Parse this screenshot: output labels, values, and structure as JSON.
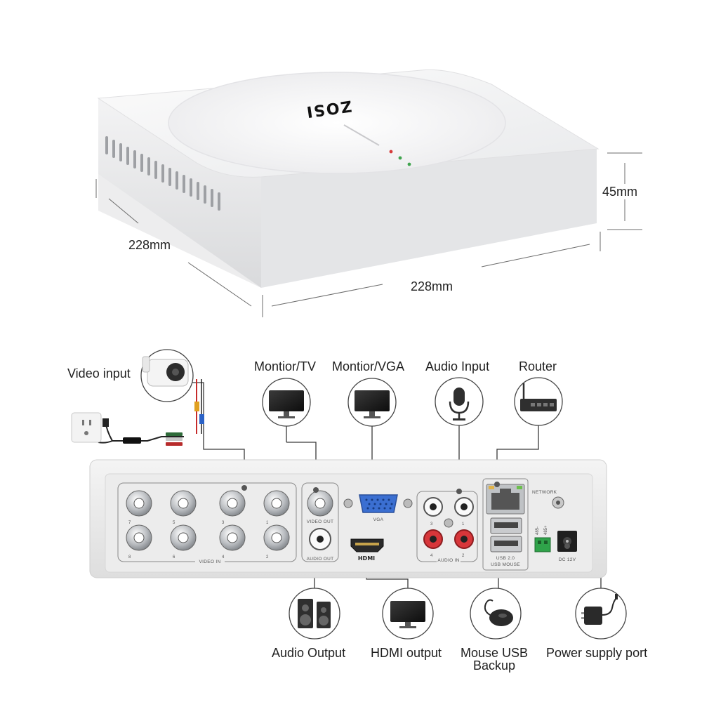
{
  "product": {
    "brand_logo": "ZOSI",
    "dimensions": {
      "depth": "228mm",
      "width": "228mm",
      "height": "45mm"
    }
  },
  "peripherals": {
    "video_input": "Video input",
    "monitor_tv": "Montior/TV",
    "monitor_vga": "Montior/VGA",
    "audio_input": "Audio Input",
    "router": "Router",
    "audio_output": "Audio Output",
    "hdmi_output": "HDMI output",
    "mouse_usb_line1": "Mouse USB",
    "mouse_usb_line2": "Backup",
    "power_supply": "Power supply port"
  },
  "rear_panel": {
    "video_in": "VIDEO IN",
    "video_out": "VIDEO OUT",
    "audio_out": "AUDIO OUT",
    "vga": "VGA",
    "hdmi": "HDMI",
    "audio_in": "AUDIO IN",
    "network": "NETWORK",
    "usb_line1": "USB 2.0",
    "usb_line2": "USB MOUSE",
    "dc": "DC 12V",
    "bnc_numbers": [
      "7",
      "5",
      "3",
      "1",
      "8",
      "6",
      "4",
      "2"
    ],
    "audio_in_numbers": [
      "3",
      "1",
      "4",
      "2"
    ],
    "rs485": [
      "485-",
      "485+"
    ]
  },
  "icons": [
    "camera-icon",
    "wall-outlet-icon",
    "monitor-icon",
    "microphone-icon",
    "router-icon",
    "speaker-icon",
    "mouse-icon",
    "power-adapter-icon"
  ]
}
